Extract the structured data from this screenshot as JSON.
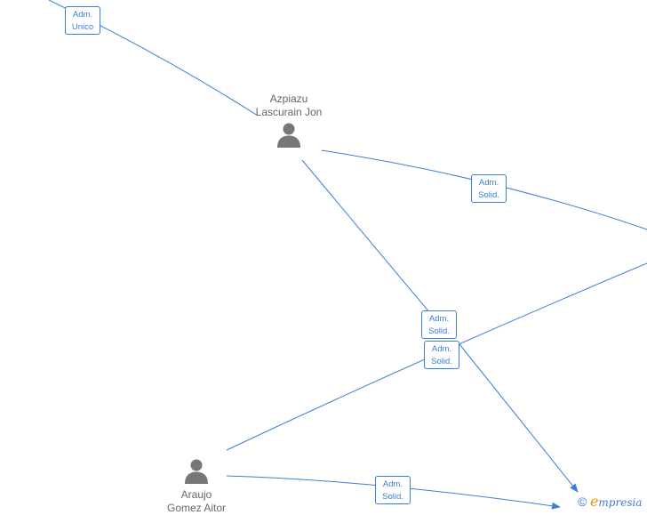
{
  "nodes": {
    "azpiazu": {
      "line1": "Azpiazu",
      "line2": "Lascurain Jon"
    },
    "araujo": {
      "line1": "Araujo",
      "line2": "Gomez Aitor"
    }
  },
  "edge_labels": [
    {
      "line1": "Adm.",
      "line2": "Unico"
    },
    {
      "line1": "Adm.",
      "line2": "Solid."
    },
    {
      "line1": "Adm.",
      "line2": "Solid."
    },
    {
      "line1": "Adm.",
      "line2": "Solid."
    },
    {
      "line1": "Adm.",
      "line2": "Solid."
    }
  ],
  "brand": {
    "copyright": "©",
    "initial": "e",
    "rest": "mpresia"
  },
  "colors": {
    "edge": "#3a7fd5",
    "node_icon": "#777777",
    "text": "#666666",
    "brand_accent": "#f39200"
  }
}
